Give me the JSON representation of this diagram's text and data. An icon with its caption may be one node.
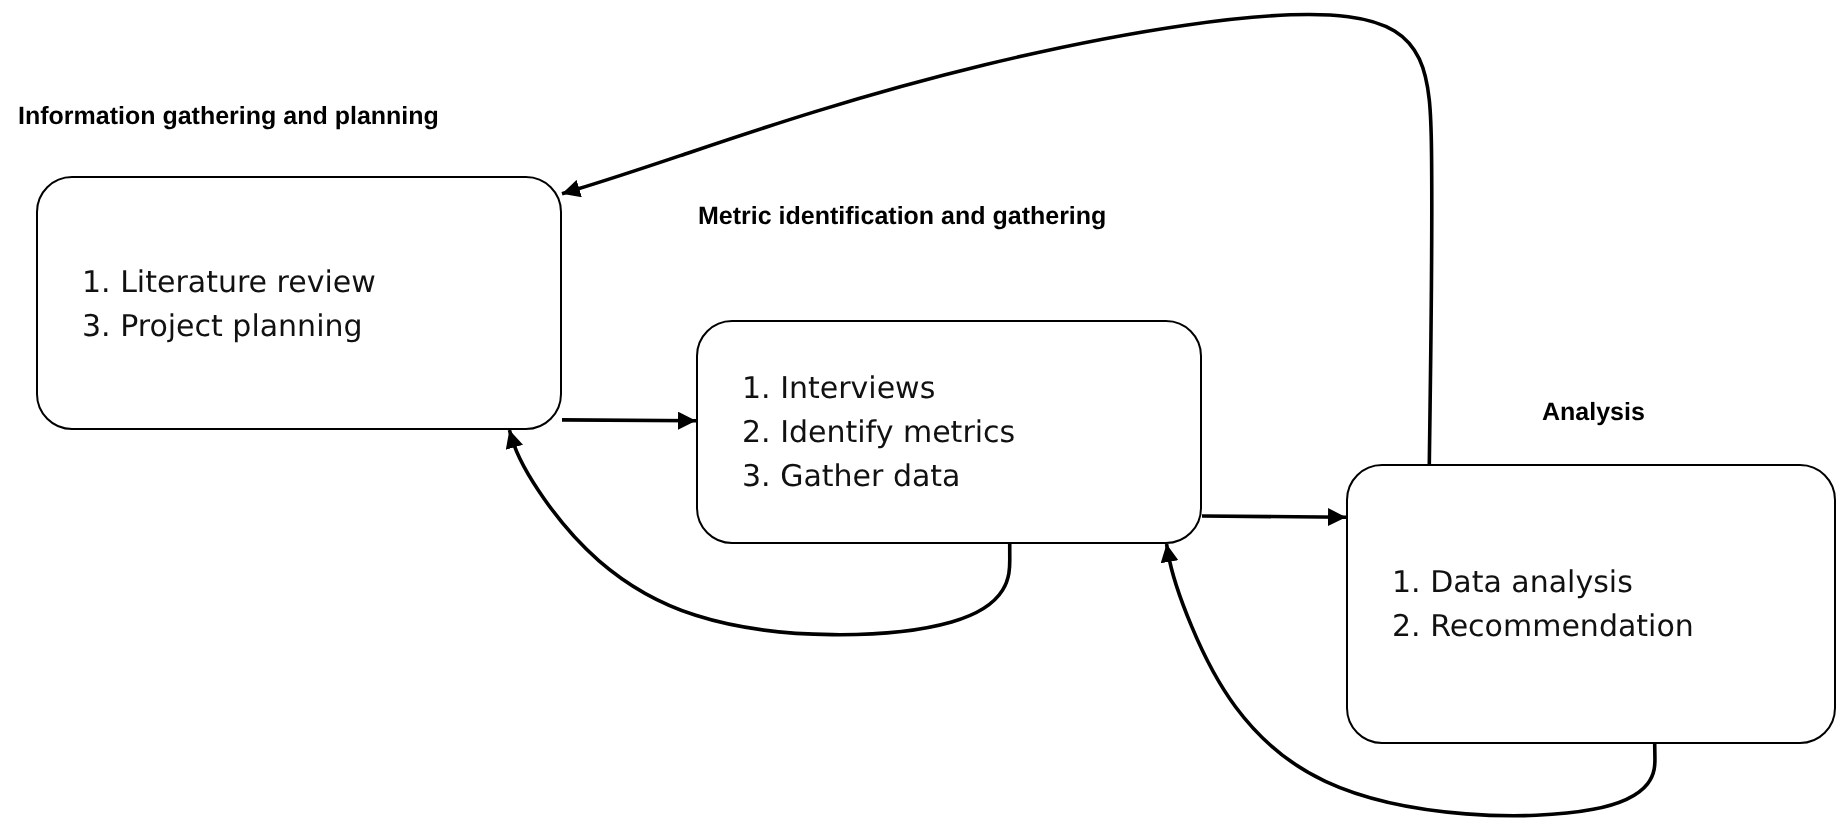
{
  "diagram": {
    "nodes": [
      {
        "text": [
          "Information gathering and planning",
          "1. Literature review",
          "3. Project planning"
        ]
      },
      {
        "text": [
          "Metric identification and gathering",
          "1. Interviews",
          "2. Identify metrics",
          "3. Gather data"
        ]
      },
      {
        "text": [
          "Analysis",
          "1. Data analysis",
          "2. Recommendation"
        ]
      }
    ],
    "edges": [
      {
        "from": 0,
        "to": 1,
        "arrow": "to"
      },
      {
        "from": 1,
        "to": 2,
        "arrow": "to"
      },
      {
        "from": 1,
        "to": 0,
        "arrow": "to"
      },
      {
        "from": 2,
        "to": 1,
        "arrow": "to"
      },
      {
        "from": 2,
        "to": 0,
        "arrow": "to"
      }
    ]
  }
}
